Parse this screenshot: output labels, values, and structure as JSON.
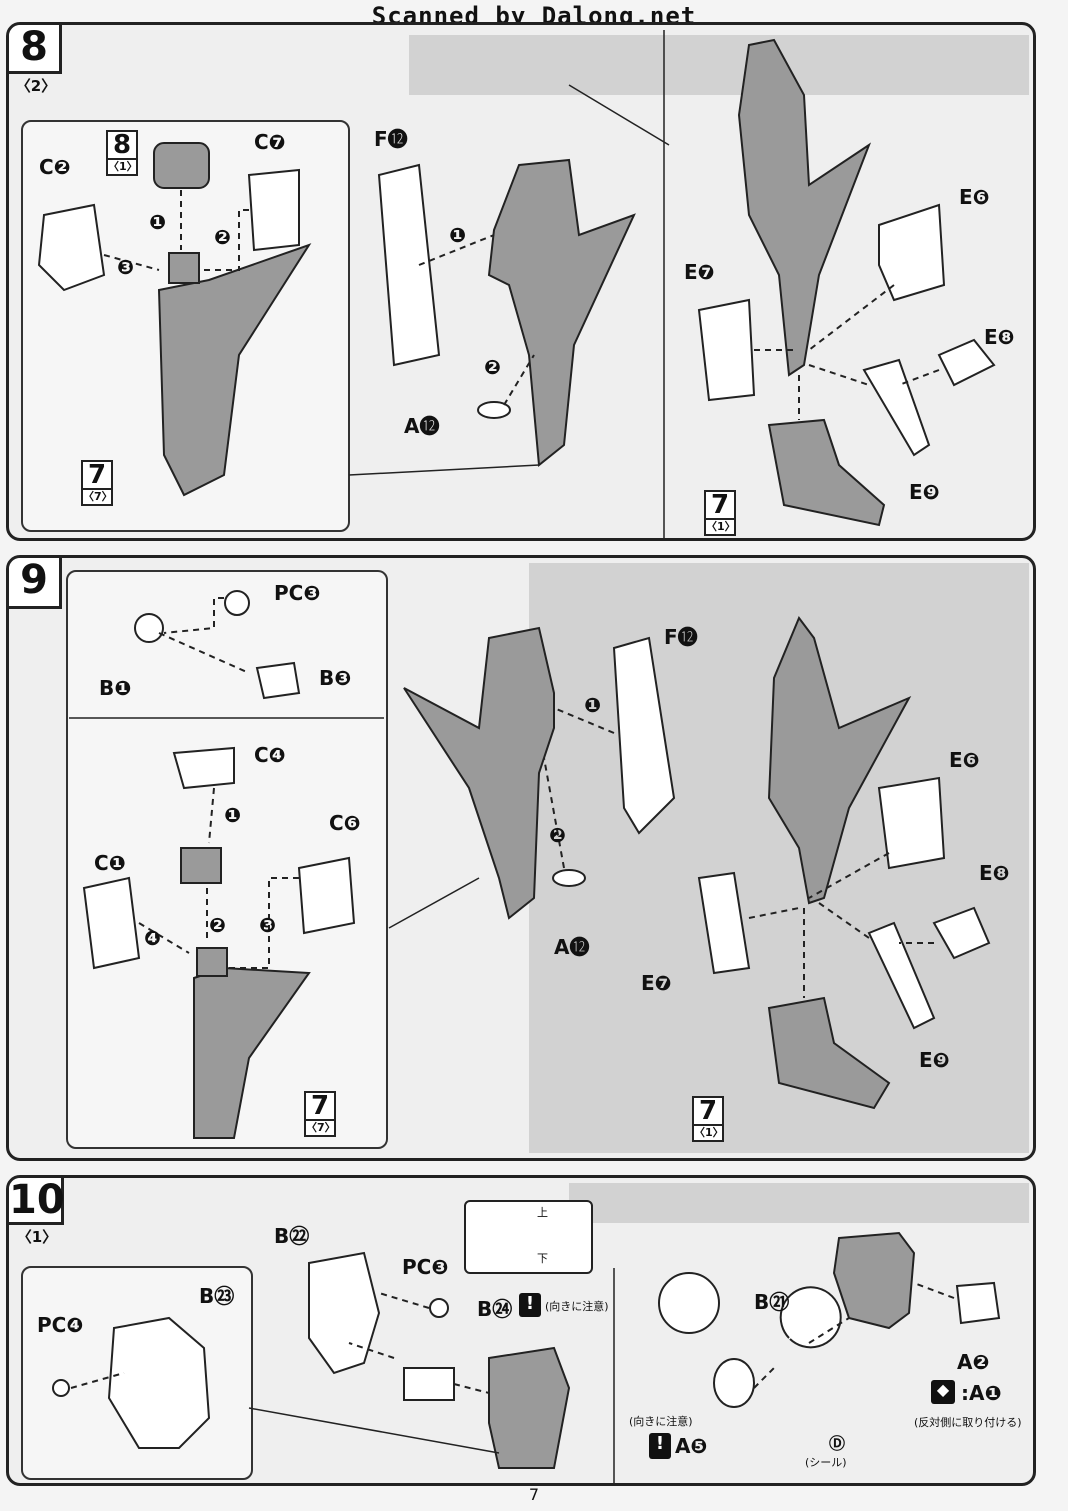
{
  "header": {
    "banner": "Scanned by Dalong.net"
  },
  "page_number": "7",
  "step8": {
    "num": "8",
    "sub": "〈2〉",
    "labels": {
      "c2": "C❷",
      "c7": "C❼",
      "f12": "F⓬",
      "a12": "A⓬",
      "e6": "E❻",
      "e7": "E❼",
      "e8": "E❽",
      "e9": "E❾"
    },
    "refs": [
      {
        "n": "8",
        "s": "〈1〉"
      },
      {
        "n": "7",
        "s": "〈7〉"
      },
      {
        "n": "7",
        "s": "〈1〉"
      }
    ],
    "arrows": [
      "❶",
      "❷",
      "❸"
    ]
  },
  "step9": {
    "num": "9",
    "labels": {
      "pcb": "PC❸",
      "b1": "B❶",
      "b3": "B❸",
      "c4": "C❹",
      "c1": "C❶",
      "c6": "C❻",
      "f12": "F⓬",
      "a12": "A⓬",
      "e6": "E❻",
      "e7": "E❼",
      "e8": "E❽",
      "e9": "E❾"
    },
    "refs": [
      {
        "n": "7",
        "s": "〈7〉"
      },
      {
        "n": "7",
        "s": "〈1〉"
      }
    ],
    "arrows": [
      "❶",
      "❷",
      "❸",
      "❹"
    ]
  },
  "step10": {
    "num": "10",
    "sub": "〈1〉",
    "labels": {
      "b22": "B㉒",
      "pcc": "PC❸",
      "b23": "B㉓",
      "pcd": "PC❹",
      "b24": "B㉔",
      "b21": "B㉑",
      "a2": "A❷",
      "a1": ":A❶",
      "a5": "A❺",
      "d": "Ⓓ"
    },
    "notes": {
      "orient": "(向きに注意)",
      "orient2": "(向きに注意)",
      "up": "上",
      "down": "下",
      "opposite": "(反対側に取り付ける)",
      "sticker": "(シール)"
    }
  }
}
